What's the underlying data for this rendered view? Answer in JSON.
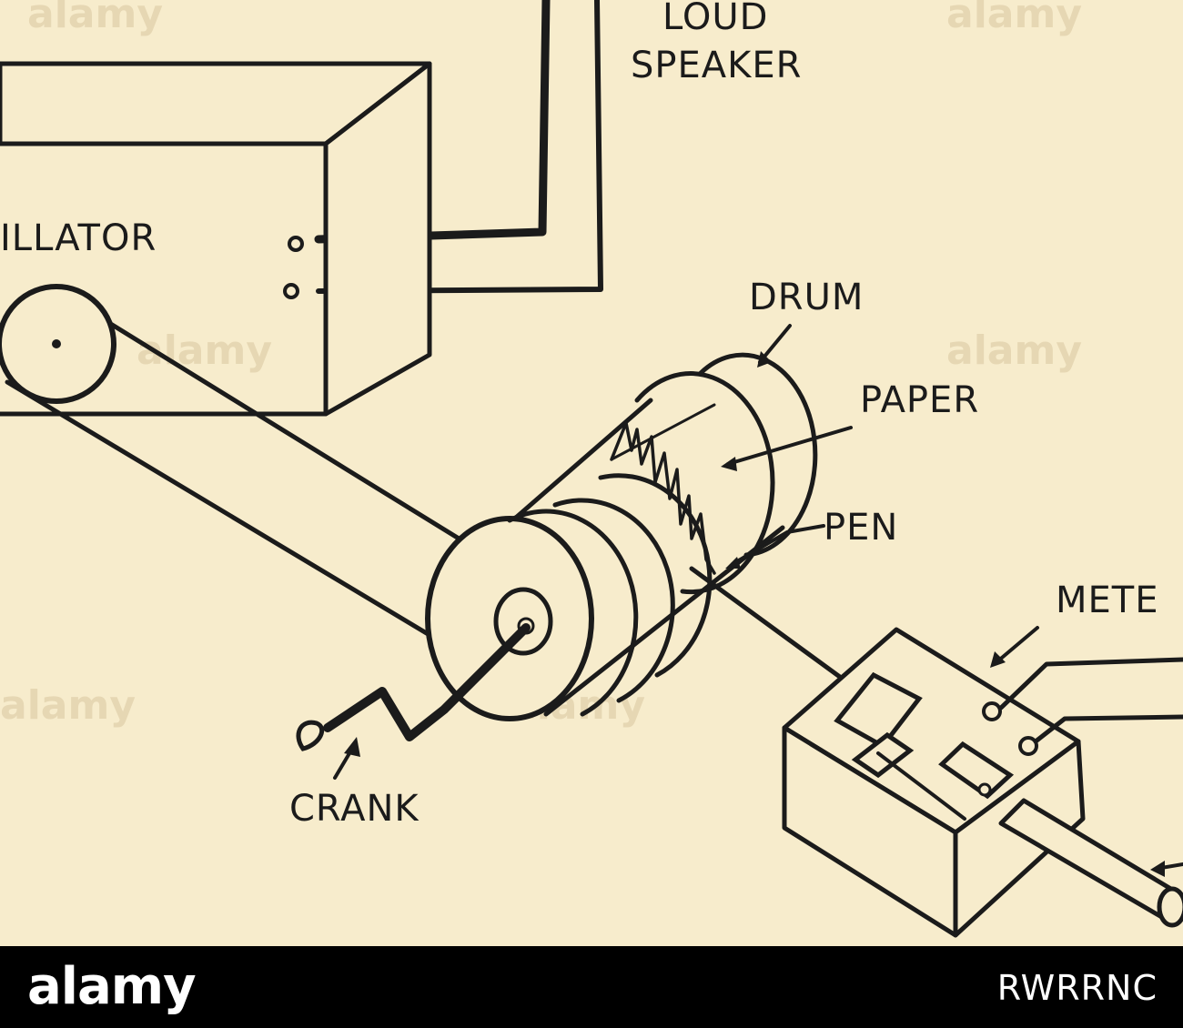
{
  "colors": {
    "paper": "#f7eccc",
    "ink": "#1b1b1b",
    "watermark": "#e6d7b3",
    "footer": "#000000"
  },
  "labels": {
    "loudspeaker": "LOUD SPEAKER",
    "loud": "LOUD",
    "speaker": "SPEAKER",
    "oscillator": "ILLATOR",
    "drum": "DRUM",
    "paper": "PAPER",
    "pen": "PEN",
    "meter": "METE",
    "crank": "CRANK"
  },
  "watermark": "alamy",
  "footer": {
    "logo": "alamy",
    "image_id": "RWRRNC"
  }
}
